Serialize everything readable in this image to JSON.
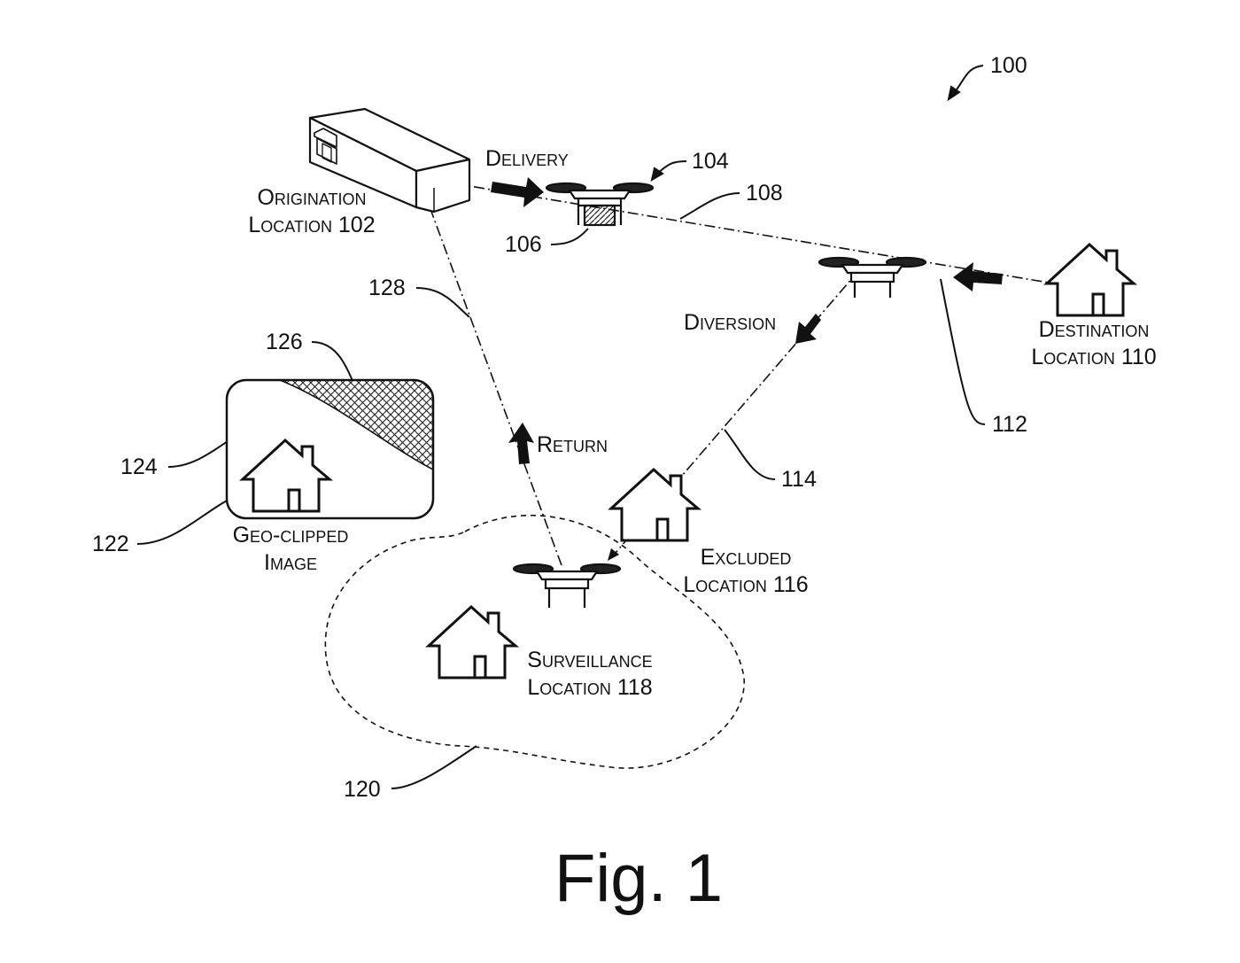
{
  "figure": {
    "caption": "Fig. 1"
  },
  "refs": {
    "system": "100",
    "uav": "104",
    "package": "106",
    "delivery_path": "108",
    "diversion_point": "112",
    "diversion_path": "114",
    "geofence": "120",
    "geo_clipped_image": "122",
    "image_region": "124",
    "clipped_region": "126",
    "return_path": "128"
  },
  "labels": {
    "delivery": "Delivery",
    "diversion": "Diversion",
    "return": "Return",
    "origination": {
      "line1": "Origination",
      "line2": "Location 102"
    },
    "destination": {
      "line1": "Destination",
      "line2": "Location 110"
    },
    "excluded": {
      "line1": "Excluded",
      "line2": "Location 116"
    },
    "surveillance": {
      "line1": "Surveillance",
      "line2": "Location 118"
    },
    "geo_clipped": {
      "line1": "Geo-clipped",
      "line2": "Image"
    }
  },
  "colors": {
    "ink": "#111111",
    "background": "#ffffff"
  }
}
